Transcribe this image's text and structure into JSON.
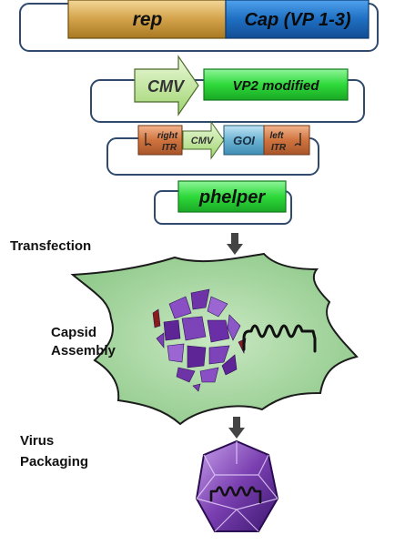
{
  "plasmid_repcap": {
    "rep_label": "rep",
    "cap_label": "Cap (VP 1-3)"
  },
  "plasmid_vp2": {
    "promoter_label": "CMV",
    "gene_label": "VP2 modified"
  },
  "plasmid_transfer": {
    "right_itr_line1": "right",
    "right_itr_line2": "ITR",
    "promoter_label": "CMV",
    "goi_label": "GOI",
    "left_itr_line1": "left",
    "left_itr_line2": "ITR"
  },
  "plasmid_helper": {
    "label": "phelper"
  },
  "steps": {
    "transfection": "Transfection",
    "capsid_line1": "Capsid",
    "capsid_line2": "Assembly",
    "packaging_line1": "Virus",
    "packaging_line2": "Packaging"
  },
  "colors": {
    "rep": "#c99a3c",
    "cap": "#1f6fc2",
    "cmv": "#a6d97a",
    "gene_green": "#2ed93a",
    "itr": "#c8683a",
    "goi": "#5aa6c8",
    "cell": "#a8d5a0",
    "capsid": "#7a3fb0",
    "plasmid_line": "#2f4a6d"
  }
}
